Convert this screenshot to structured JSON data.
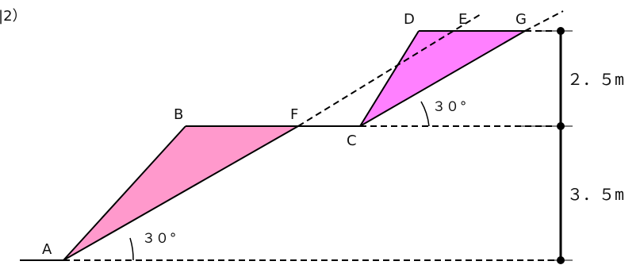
{
  "figure": {
    "caption": "|2）",
    "points": {
      "A": "A",
      "B": "B",
      "C": "C",
      "D": "D",
      "E": "E",
      "F": "F",
      "G": "G"
    },
    "angles": {
      "lower": "３０°",
      "upper": "３０°"
    },
    "heights": {
      "upper": "２．５m",
      "lower": "３．５m"
    },
    "colors": {
      "lower_fill": "#ff99cc",
      "upper_fill": "#ff80ff",
      "line": "#000000"
    }
  }
}
